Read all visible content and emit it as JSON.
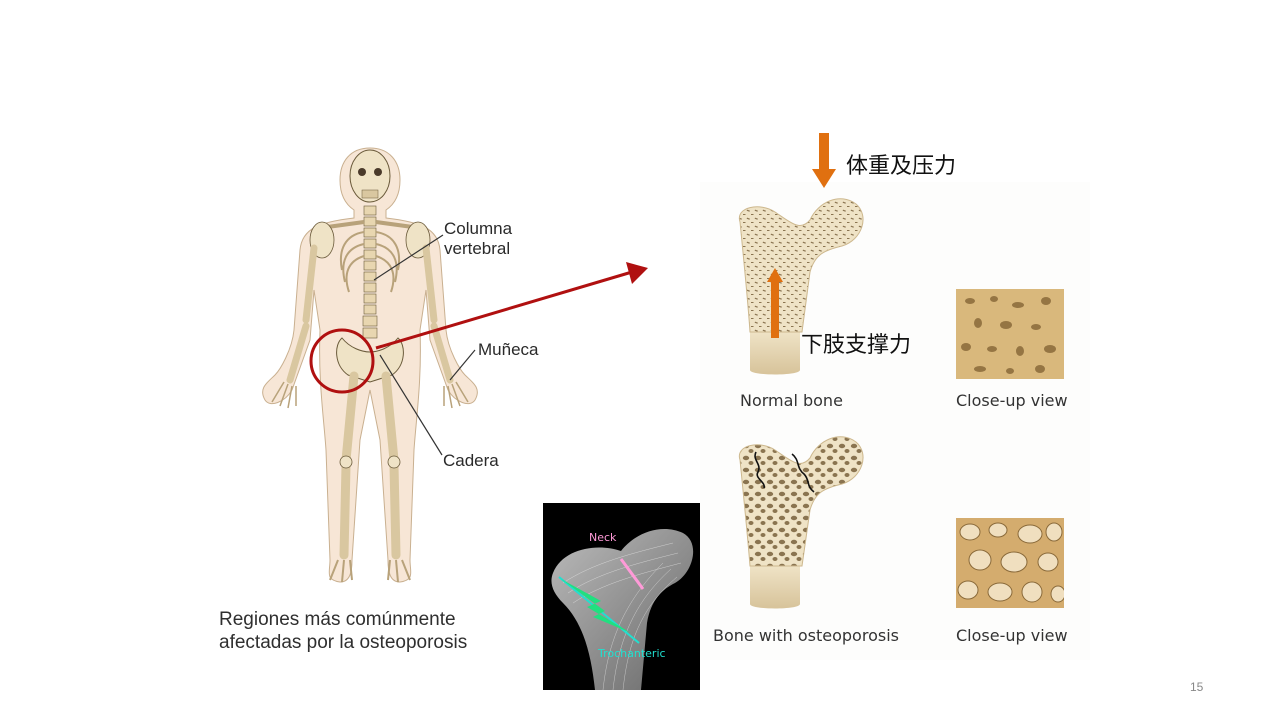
{
  "slide_number": "15",
  "skeleton": {
    "labels": {
      "spine": "Columna\nvertebral",
      "wrist": "Muñeca",
      "hip": "Cadera"
    },
    "caption": "Regiones más comúnmente\nafectadas por la osteoporosis"
  },
  "bone_panel": {
    "force_down_label": "体重及压力",
    "force_up_label": "下肢支撑力",
    "normal_bone_label": "Normal bone",
    "closeup_label_1": "Close-up view",
    "osteo_bone_label": "Bone with osteoporosis",
    "closeup_label_2": "Close-up view"
  },
  "xray": {
    "neck_label": "Neck",
    "trochanteric_label": "Trochanteric"
  },
  "colors": {
    "bone": "#efe3c6",
    "bone_shadow": "#d9c7a0",
    "arrow_orange": "#e07010",
    "arrow_red": "#b01010",
    "circle_red": "#b01010",
    "neck_color": "#ff9ad8",
    "trochanteric_color": "#20e0d0",
    "fracture_green": "#20e080"
  }
}
